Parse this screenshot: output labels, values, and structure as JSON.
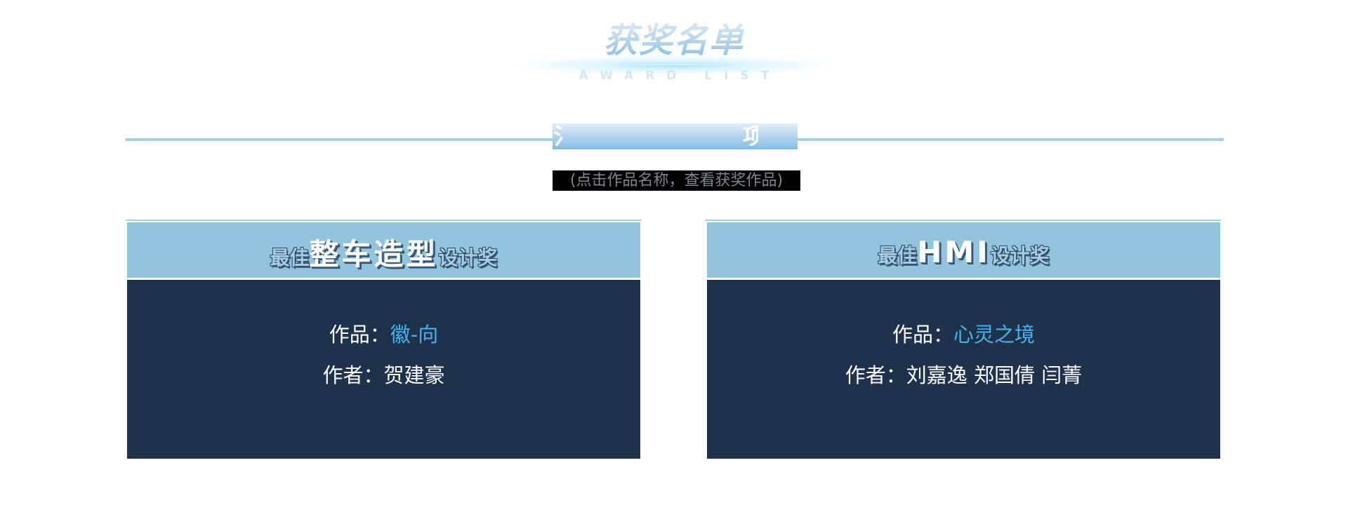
{
  "title": {
    "cn": "获奖名单",
    "en": "AWARD LIST"
  },
  "section": {
    "visible_left_glyph": "氵",
    "visible_right_glyph": "项",
    "hint": "(点击作品名称，查看获奖作品)"
  },
  "cards": [
    {
      "award_prefix": "最佳",
      "award_highlight": "整车造型",
      "award_suffix": "设计奖",
      "work_label": "作品：",
      "work_title": "徽-向",
      "author_label": "作者：",
      "authors": "贺建豪"
    },
    {
      "award_prefix": "最佳",
      "award_highlight": "HMI",
      "award_suffix": "设计奖",
      "work_label": "作品：",
      "work_title": "心灵之境",
      "author_label": "作者：",
      "authors": "刘嘉逸 郑国倩 闫菁"
    }
  ],
  "colors": {
    "card_header_bg": "#92c4de",
    "card_body_bg": "#1f324c",
    "link": "#45b3ec",
    "divider": "#a4d0e5"
  }
}
